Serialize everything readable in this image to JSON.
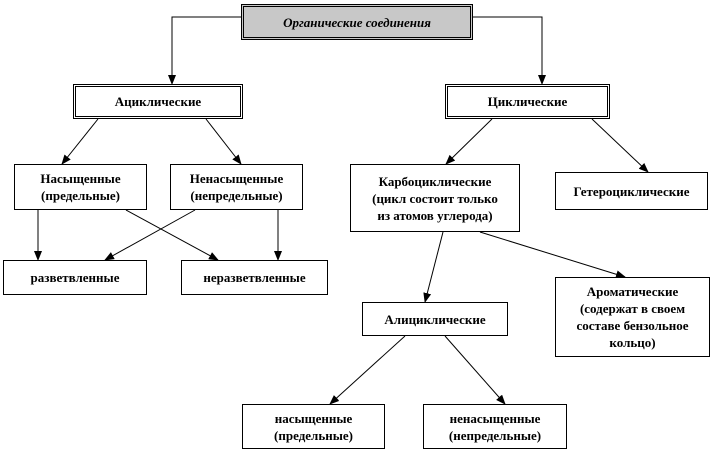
{
  "diagram": {
    "nodes": {
      "root": "Органические соединения",
      "acyclic": "Ациклические",
      "cyclic": "Циклические",
      "saturated": "Насыщенные\n(предельные)",
      "unsaturated": "Ненасыщенные\n(непредельные)",
      "branched": "разветвленные",
      "unbranched": "неразветвленные",
      "carbocyclic": "Карбоциклические\n(цикл состоит только\nиз атомов углерода)",
      "heterocyclic": "Гетероциклические",
      "alicyclic": "Алициклические",
      "aromatic": "Ароматические\n(содержат в своем\nсоставе бензольное\nкольцо)",
      "alicyclic_saturated": "насыщенные\n(предельные)",
      "alicyclic_unsaturated": "ненасыщенные\n(непредельные)"
    },
    "edges": [
      [
        "root",
        "acyclic"
      ],
      [
        "root",
        "cyclic"
      ],
      [
        "acyclic",
        "saturated"
      ],
      [
        "acyclic",
        "unsaturated"
      ],
      [
        "saturated",
        "branched"
      ],
      [
        "saturated",
        "unbranched"
      ],
      [
        "unsaturated",
        "branched"
      ],
      [
        "unsaturated",
        "unbranched"
      ],
      [
        "cyclic",
        "carbocyclic"
      ],
      [
        "cyclic",
        "heterocyclic"
      ],
      [
        "carbocyclic",
        "alicyclic"
      ],
      [
        "carbocyclic",
        "aromatic"
      ],
      [
        "alicyclic",
        "alicyclic_saturated"
      ],
      [
        "alicyclic",
        "alicyclic_unsaturated"
      ]
    ]
  }
}
